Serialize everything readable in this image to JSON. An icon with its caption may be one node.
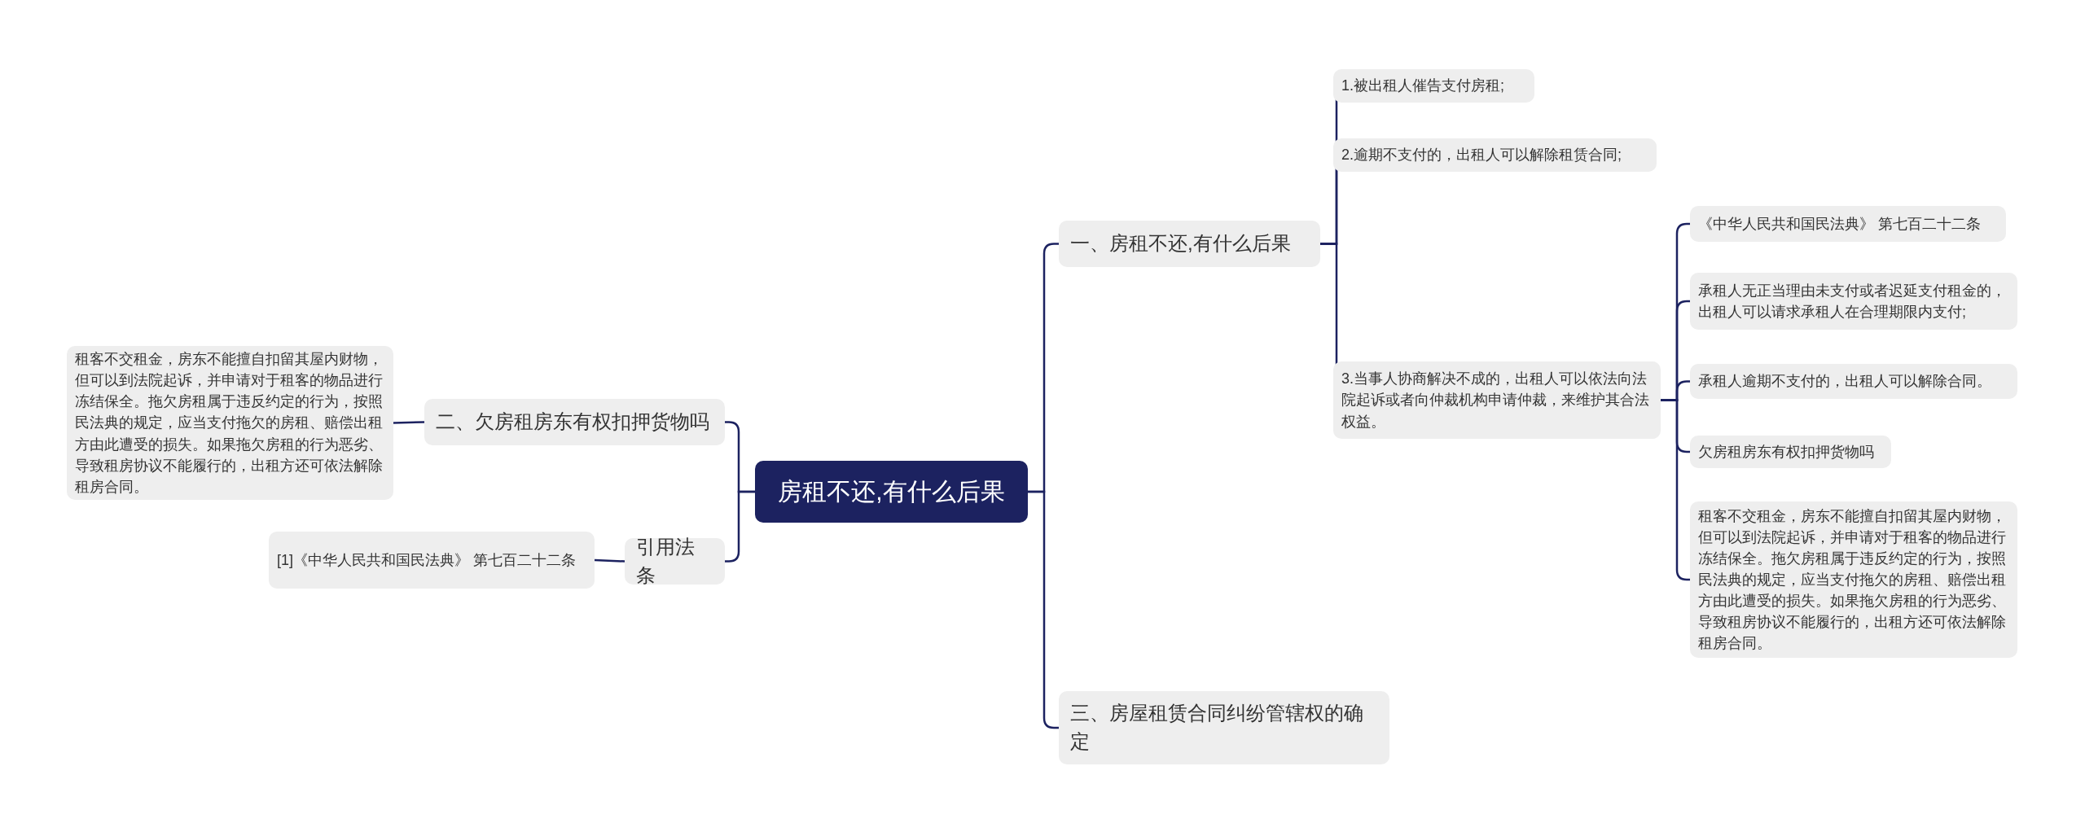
{
  "diagram": {
    "nodes": [
      {
        "text": [
          "房租不还,有什么后果"
        ]
      },
      {
        "text": [
          "一、房租不还,有什么后果"
        ]
      },
      {
        "text": [
          "1.被出租人催告支付房租;"
        ]
      },
      {
        "text": [
          "2.逾期不支付的，出租人可以解除租赁合同;"
        ]
      },
      {
        "text": [
          "3.当事人协商解决不成的，出租人可以依法向法院起诉或者向仲裁机构申请仲裁，来维护其合法权益。"
        ]
      },
      {
        "text": [
          "《中华人民共和国民法典》 第七百二十二条"
        ]
      },
      {
        "text": [
          "承租人无正当理由未支付或者迟延支付租金的，出租人可以请求承租人在合理期限内支付;"
        ]
      },
      {
        "text": [
          "承租人逾期不支付的，出租人可以解除合同。"
        ]
      },
      {
        "text": [
          "欠房租房东有权扣押货物吗"
        ]
      },
      {
        "text": [
          "租客不交租金，房东不能擅自扣留其屋内财物，但可以到法院起诉，并申请对于租客的物品进行冻结保全。拖欠房租属于违反约定的行为，按照民法典的规定，应当支付拖欠的房租、赔偿出租方由此遭受的损失。如果拖欠房租的行为恶劣、导致租房协议不能履行的，出租方还可依法解除租房合同。"
        ]
      },
      {
        "text": [
          "三、房屋租赁合同纠纷管辖权的确定"
        ]
      },
      {
        "text": [
          "二、欠房租房东有权扣押货物吗"
        ]
      },
      {
        "text": [
          "租客不交租金，房东不能擅自扣留其屋内财物，但可以到法院起诉，并申请对于租客的物品进行冻结保全。拖欠房租属于违反约定的行为，按照民法典的规定，应当支付拖欠的房租、赔偿出租方由此遭受的损失。如果拖欠房租的行为恶劣、导致租房协议不能履行的，出租方还可依法解除租房合同。"
        ]
      },
      {
        "text": [
          "引用法条"
        ]
      },
      {
        "text": [
          "[1]《中华人民共和国民法典》 第七百二十二条"
        ]
      }
    ],
    "edges": [
      {
        "from": 0,
        "to": 1,
        "arrow": "none"
      },
      {
        "from": 1,
        "to": 2,
        "arrow": "none"
      },
      {
        "from": 1,
        "to": 3,
        "arrow": "none"
      },
      {
        "from": 1,
        "to": 4,
        "arrow": "none"
      },
      {
        "from": 4,
        "to": 5,
        "arrow": "none"
      },
      {
        "from": 4,
        "to": 6,
        "arrow": "none"
      },
      {
        "from": 4,
        "to": 7,
        "arrow": "none"
      },
      {
        "from": 4,
        "to": 8,
        "arrow": "none"
      },
      {
        "from": 4,
        "to": 9,
        "arrow": "none"
      },
      {
        "from": 0,
        "to": 10,
        "arrow": "none"
      },
      {
        "from": 0,
        "to": 11,
        "arrow": "none"
      },
      {
        "from": 11,
        "to": 12,
        "arrow": "none"
      },
      {
        "from": 0,
        "to": 13,
        "arrow": "none"
      },
      {
        "from": 13,
        "to": 14,
        "arrow": "none"
      }
    ]
  }
}
